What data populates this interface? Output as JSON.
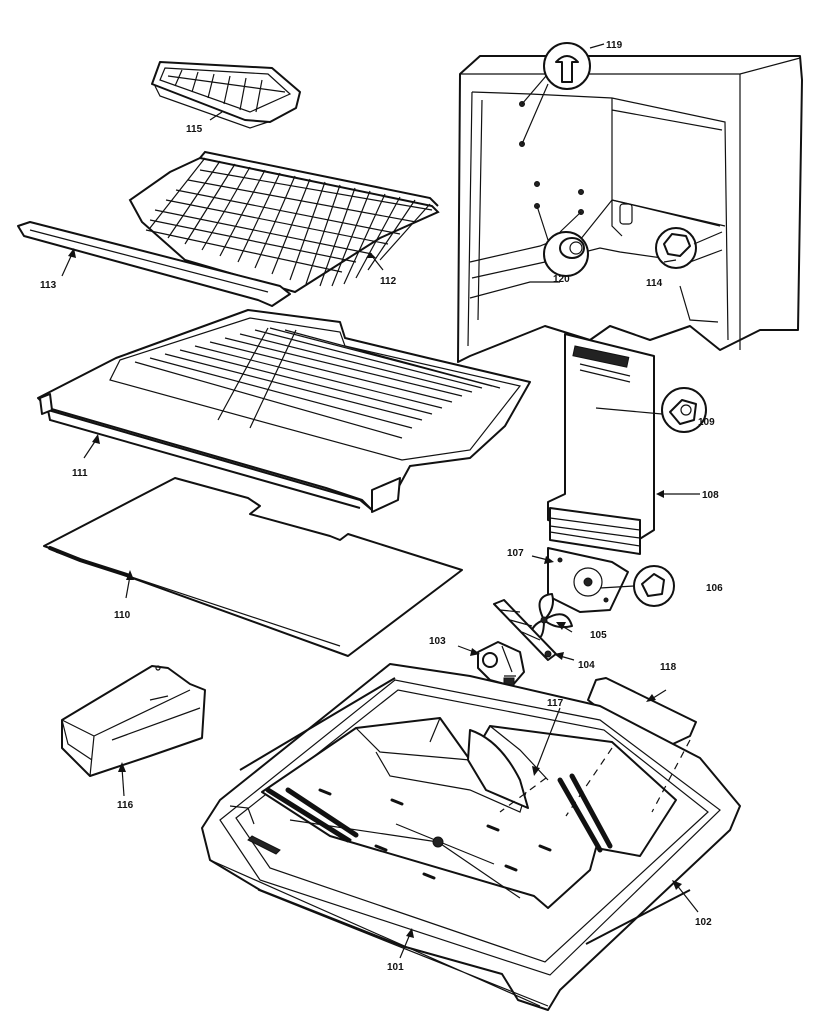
{
  "colors": {
    "ink": "#111111",
    "paper": "#ffffff"
  },
  "parts": [
    {
      "number": "101"
    },
    {
      "number": "102"
    },
    {
      "number": "103"
    },
    {
      "number": "104"
    },
    {
      "number": "105"
    },
    {
      "number": "106"
    },
    {
      "number": "107"
    },
    {
      "number": "108"
    },
    {
      "number": "109"
    },
    {
      "number": "110"
    },
    {
      "number": "111"
    },
    {
      "number": "112"
    },
    {
      "number": "113"
    },
    {
      "number": "114"
    },
    {
      "number": "115"
    },
    {
      "number": "116"
    },
    {
      "number": "117"
    },
    {
      "number": "118"
    },
    {
      "number": "119"
    },
    {
      "number": "120"
    }
  ]
}
